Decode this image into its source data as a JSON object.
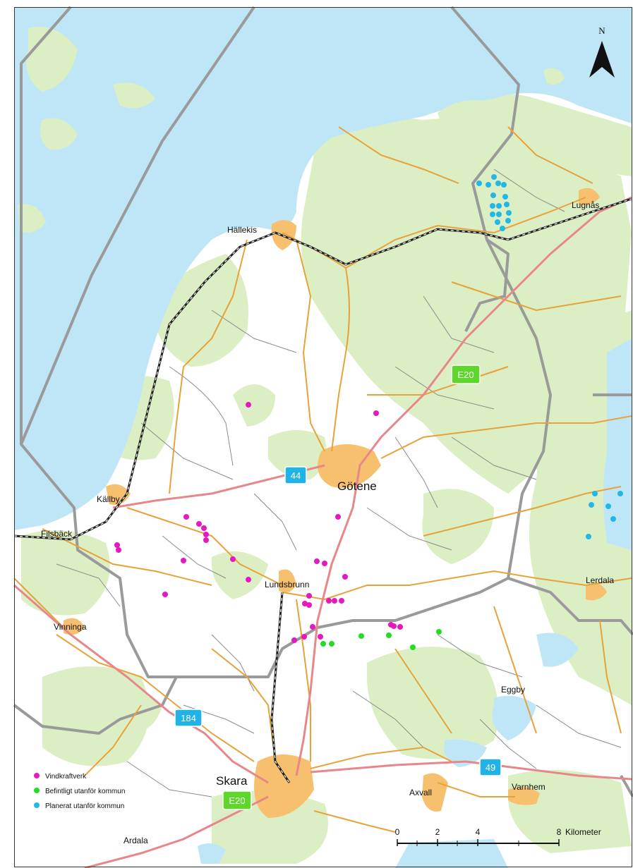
{
  "places": {
    "hallekis": "Hällekis",
    "lugnas": "Lugnås",
    "kallby": "Källby",
    "filsback": "Filsbäck",
    "gotene": "Götene",
    "lundsbrunn": "Lundsbrunn",
    "lerdala": "Lerdala",
    "vinninga": "Vinninga",
    "eggby": "Eggby",
    "skara": "Skara",
    "axvall": "Axvall",
    "varnhem": "Varnhem",
    "ardala": "Ardala"
  },
  "road_shields": {
    "e20_north": "E20",
    "e20_south": "E20",
    "r44": "44",
    "r184": "184",
    "r49": "49"
  },
  "north_arrow": {
    "label": "N"
  },
  "legend": {
    "items": [
      {
        "label": "Vindkraftverk",
        "color": "#e619bf"
      },
      {
        "label": "Befintligt utanför kommun",
        "color": "#22dd22"
      },
      {
        "label": "Planerat utanför kommun",
        "color": "#22b8e6"
      }
    ]
  },
  "scale_bar": {
    "ticks": [
      "0",
      "2",
      "4",
      "8"
    ],
    "unit": "Kilometer"
  },
  "colors": {
    "water": "#bfe6f7",
    "forest": "#dcefc4",
    "urban": "#f7c06e",
    "main_road": "#e8a23a",
    "highway": "#e8878a",
    "border": "#9a9a9a",
    "minor_road": "#8a8a8a",
    "shield_green": "#5fd62b",
    "shield_blue": "#1fb3e8"
  }
}
